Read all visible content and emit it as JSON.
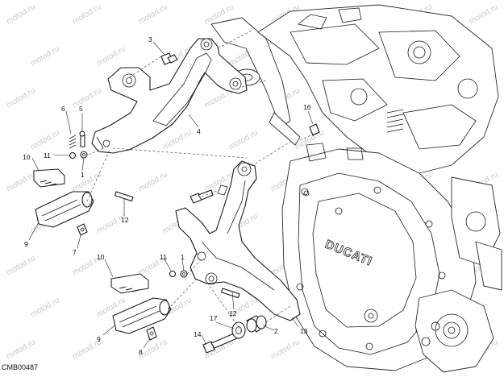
{
  "diagram": {
    "code": "CMB00487",
    "watermark": "motod.ru",
    "brand_on_engine": "DUCATI",
    "callouts": [
      "3",
      "4",
      "6",
      "5",
      "16",
      "10",
      "11",
      "1",
      "12",
      "9",
      "7",
      "11",
      "1",
      "10",
      "12",
      "9",
      "17",
      "14",
      "2",
      "13",
      "8"
    ]
  }
}
